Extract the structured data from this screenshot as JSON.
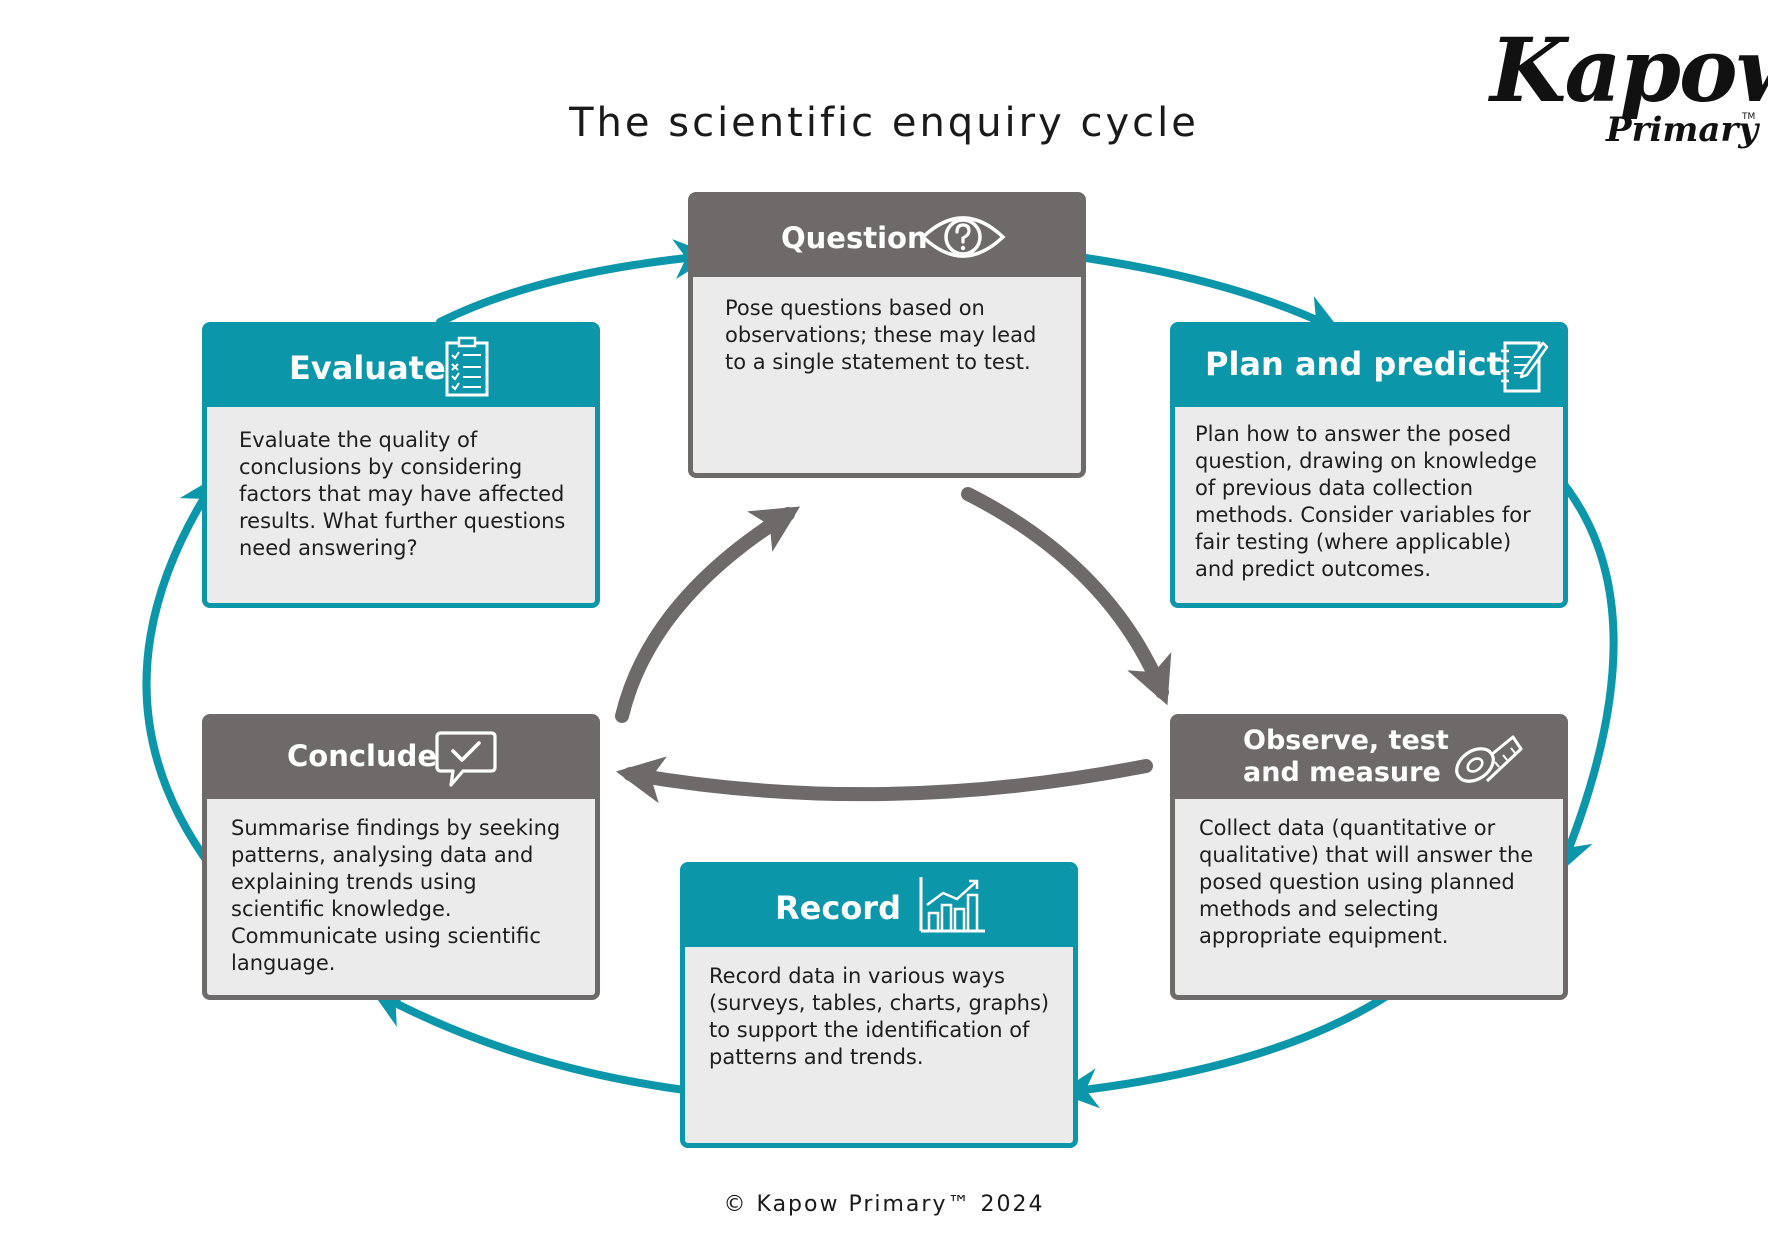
{
  "title": "The scientific enquiry cycle",
  "logo": {
    "main": "Kapow",
    "sub": "Primary",
    "tm": "TM"
  },
  "footer": "© Kapow Primary™ 2024",
  "colors": {
    "teal": "#0c96aa",
    "grey": "#6e6a6a",
    "panel": "#ebebeb"
  },
  "stages": {
    "question": {
      "label": "Question",
      "icon": "eye-question-icon",
      "text": "Pose questions based on observations; these may lead to a single statement to test."
    },
    "plan": {
      "label": "Plan and predict",
      "icon": "notebook-pencil-icon",
      "text": "Plan how to answer the posed question, drawing on knowledge of previous data collection methods. Consider variables for fair testing (where applicable) and predict outcomes."
    },
    "observe": {
      "label_line1": "Observe, test",
      "label_line2": "and measure",
      "icon": "tape-measure-icon",
      "text": "Collect data (quantitative or qualitative) that will answer the posed question using planned methods and selecting appropriate equipment."
    },
    "record": {
      "label": "Record",
      "icon": "bar-chart-icon",
      "text": "Record data in various ways (surveys, tables, charts, graphs) to support the identification of patterns and trends."
    },
    "conclude": {
      "label": "Conclude",
      "icon": "speech-bubble-check-icon",
      "text": "Summarise findings by seeking patterns, analysing data and explaining trends using scientific knowledge. Communicate using scientific language."
    },
    "evaluate": {
      "label": "Evaluate",
      "icon": "clipboard-checklist-icon",
      "text": "Evaluate the quality of conclusions by considering factors that may have affected results. What further questions need answering?"
    }
  }
}
